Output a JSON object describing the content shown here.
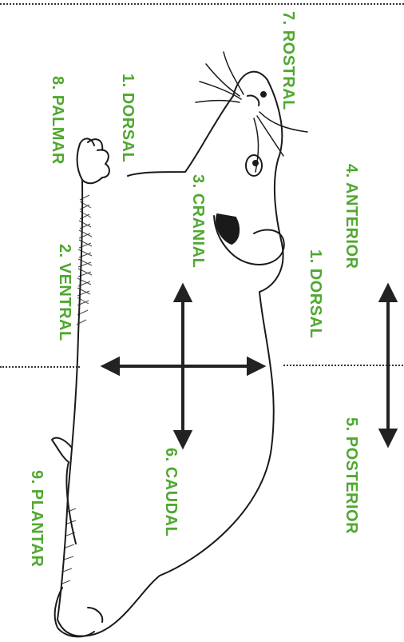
{
  "labels": {
    "rostral": "7. ROSTRAL",
    "dorsal_top": "1. DORSAL",
    "palmar": "8. PALMAR",
    "cranial": "3. CRANIAL",
    "anterior": "4. ANTERIOR",
    "dorsal_mid": "1. DORSAL",
    "ventral": "2. VENTRAL",
    "posterior": "5. POSTERIOR",
    "caudal": "6. CAUDAL",
    "plantar": "9. PLANTAR"
  },
  "colors": {
    "label": "#4fa82f",
    "ink": "#1a1a1a",
    "arrow": "#222222"
  }
}
